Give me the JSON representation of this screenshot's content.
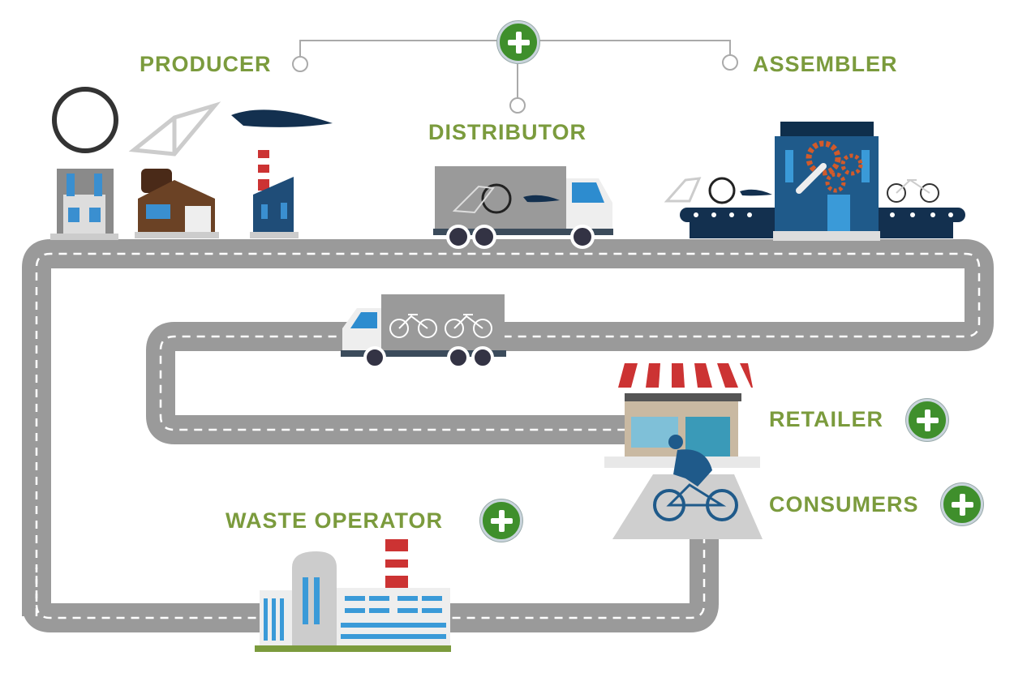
{
  "stages": {
    "producer": "PRODUCER",
    "distributor": "DISTRIBUTOR",
    "assembler": "ASSEMBLER",
    "retailer": "RETAILER",
    "consumers": "CONSUMERS",
    "waste_operator": "WASTE OPERATOR"
  },
  "colors": {
    "label": "#7b9b3d",
    "plus": "#3f8f2c",
    "road": "#9a9a9a",
    "navy": "#1f3a5a"
  }
}
